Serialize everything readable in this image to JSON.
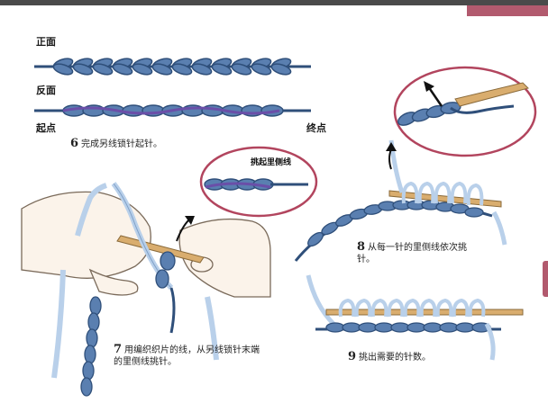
{
  "labels": {
    "front": "正面",
    "back": "反面",
    "start": "起点",
    "end": "终点",
    "pick_back_strand": "挑起里侧线"
  },
  "steps": [
    {
      "num": "6",
      "text": "完成另线锁针起针。"
    },
    {
      "num": "7",
      "text": "用编织织片的线，从另线锁针末端的里侧线挑针。"
    },
    {
      "num": "8",
      "text": "从每一针的里侧线依次挑针。"
    },
    {
      "num": "9",
      "text": "挑出需要的针数。"
    }
  ],
  "colors": {
    "yarn": "#5a7fb0",
    "yarn_dark": "#2f4f7a",
    "yarn_light": "#b9d0ea",
    "purple_strand": "#6a4fa8",
    "needle": "#d9ad6e",
    "skin": "#fbf3ea",
    "magnifier": "#b2455e",
    "accent": "#b25a6e"
  }
}
